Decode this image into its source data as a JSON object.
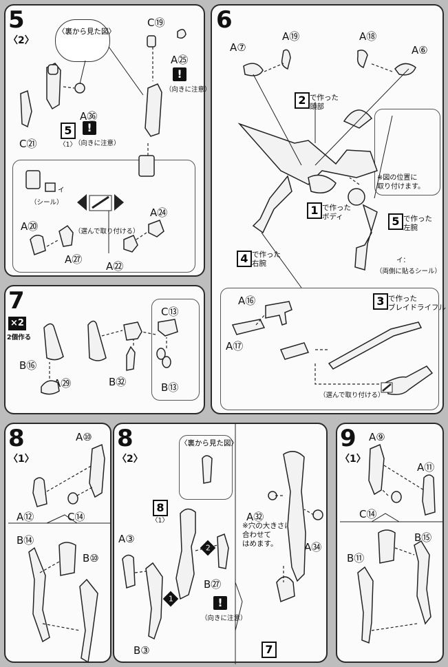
{
  "step5": {
    "num": "5",
    "sub": "〈2〉",
    "back_view": "〈裏から見た図〉",
    "labels": {
      "c19": "C⑲",
      "a25": "A㉕",
      "a36": "A㊱",
      "c21": "C㉑",
      "a20": "A⑳",
      "a27": "A㉗",
      "a24": "A㉔",
      "a22": "A㉒"
    },
    "note_direction_1": "（向きに注意）",
    "note_direction_2": "（向きに注意）",
    "ref_num": "5",
    "ref_sub": "〈1〉",
    "seal_label": "（シール）",
    "seal_i": "イ",
    "choose": "（選んで取り付ける）"
  },
  "step6": {
    "num": "6",
    "labels": {
      "a7": "A⑦",
      "a19": "A⑲",
      "a18": "A⑱",
      "a6": "A⑥",
      "a16": "A⑯",
      "a17": "A⑰"
    },
    "ref2_num": "2",
    "ref2_text": "で作った\n頭部",
    "ref1_num": "1",
    "ref1_text": "で作った\nボディ",
    "ref4_num": "4",
    "ref4_text": "で作った\n右腕",
    "ref5_num": "5",
    "ref5_text": "で作った\n左腕",
    "ref3_num": "3",
    "ref3_text": "で作った\nブレイドライフル",
    "inset_note": "※図の位置に\n取り付けます。",
    "seal_i": "イ：",
    "both_sides": "（両側に貼るシール）",
    "choose": "（選んで取り付ける）"
  },
  "step7": {
    "num": "7",
    "x2": "×2",
    "x2_note": "2個作る",
    "labels": {
      "b16": "B⑯",
      "a29": "A㉙",
      "b32": "B㉜",
      "c13": "C⑬",
      "b13": "B⑬"
    }
  },
  "step8a": {
    "num": "8",
    "sub": "〈1〉",
    "labels": {
      "a10": "A⑩",
      "a12": "A⑫",
      "c14": "C⑭",
      "b14": "B⑭",
      "b10": "B⑩"
    }
  },
  "step8b": {
    "num": "8",
    "sub": "〈2〉",
    "back_view": "〈裏から見た図〉",
    "ref_num": "8",
    "ref_sub": "〈1〉",
    "labels": {
      "a3": "A③",
      "b27": "B㉗",
      "b3": "B③",
      "a32": "A㉜",
      "a34": "A㉞"
    },
    "hole_note": "※穴の大きさに\n合わせて\nはめます。",
    "note_direction": "（向きに注意）",
    "order1": "1",
    "order2": "2",
    "ref7": "7"
  },
  "step9": {
    "num": "9",
    "sub": "〈1〉",
    "labels": {
      "a9": "A⑨",
      "a11": "A⑪",
      "c14": "C⑭",
      "b15": "B⑮",
      "b11": "B⑪"
    }
  }
}
